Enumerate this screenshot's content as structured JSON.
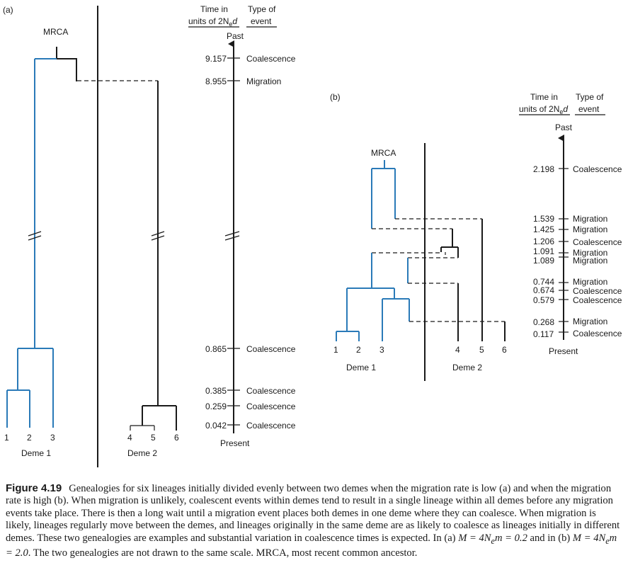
{
  "panel_a": {
    "label": "(a)",
    "mrca": "MRCA",
    "time_header": [
      "Time in",
      "units of 2N",
      "e",
      "d"
    ],
    "type_header": [
      "Type of",
      "event"
    ],
    "past": "Past",
    "present": "Present",
    "times": [
      "9.157",
      "8.955",
      "0.865",
      "0.385",
      "0.259",
      "0.042"
    ],
    "events": [
      "Coalescence",
      "Migration",
      "Coalescence",
      "Coalescence",
      "Coalescence",
      "Coalescence"
    ],
    "tips": [
      "1",
      "2",
      "3",
      "4",
      "5",
      "6"
    ],
    "demes": [
      "Deme 1",
      "Deme 2"
    ]
  },
  "panel_b": {
    "label": "(b)",
    "mrca": "MRCA",
    "time_header": [
      "Time in",
      "units of 2N",
      "e",
      "d"
    ],
    "type_header": [
      "Type of",
      "event"
    ],
    "past": "Past",
    "present": "Present",
    "times": [
      "2.198",
      "1.539",
      "1.425",
      "1.206",
      "1.091",
      "1.089",
      "0.744",
      "0.674",
      "0.579",
      "0.268",
      "0.117"
    ],
    "events": [
      "Coalescence",
      "Migration",
      "Migration",
      "Coalescence",
      "Migration",
      "Migration",
      "Migration",
      "Coalescence",
      "Coalescence",
      "Migration",
      "Coalescence"
    ],
    "tips": [
      "1",
      "2",
      "3",
      "4",
      "5",
      "6"
    ],
    "demes": [
      "Deme 1",
      "Deme 2"
    ]
  },
  "colors": {
    "lineage": "#2a7ab8",
    "ink": "#1a1a1a"
  },
  "caption": {
    "label": "Figure 4.19",
    "text_1": "Genealogies for six lineages initially divided evenly between two demes when the migration rate is low (a) and when the migration rate is high (b). When migration is unlikely, coalescent events within demes tend to result in a single lineage within all demes before any migration events take place. There is then a long wait until a migration event places both demes in one deme where they can coalesce. When migration is likely, lineages regularly move between the demes, and lineages originally in the same deme are as likely to coalesce as lineages initially in different demes. These two genealogies are examples and substantial variation in coalescence times is expected. In (a) ",
    "math_a": "M = 4N",
    "math_sub_a": "e",
    "math_a2": "m = 0.2",
    "text_2": " and in (b) ",
    "math_b": "M = 4N",
    "math_sub_b": "e",
    "math_b2": "m = 2.0",
    "text_3": ". The two genealogies are not drawn to the same scale. MRCA, most recent common ancestor."
  }
}
